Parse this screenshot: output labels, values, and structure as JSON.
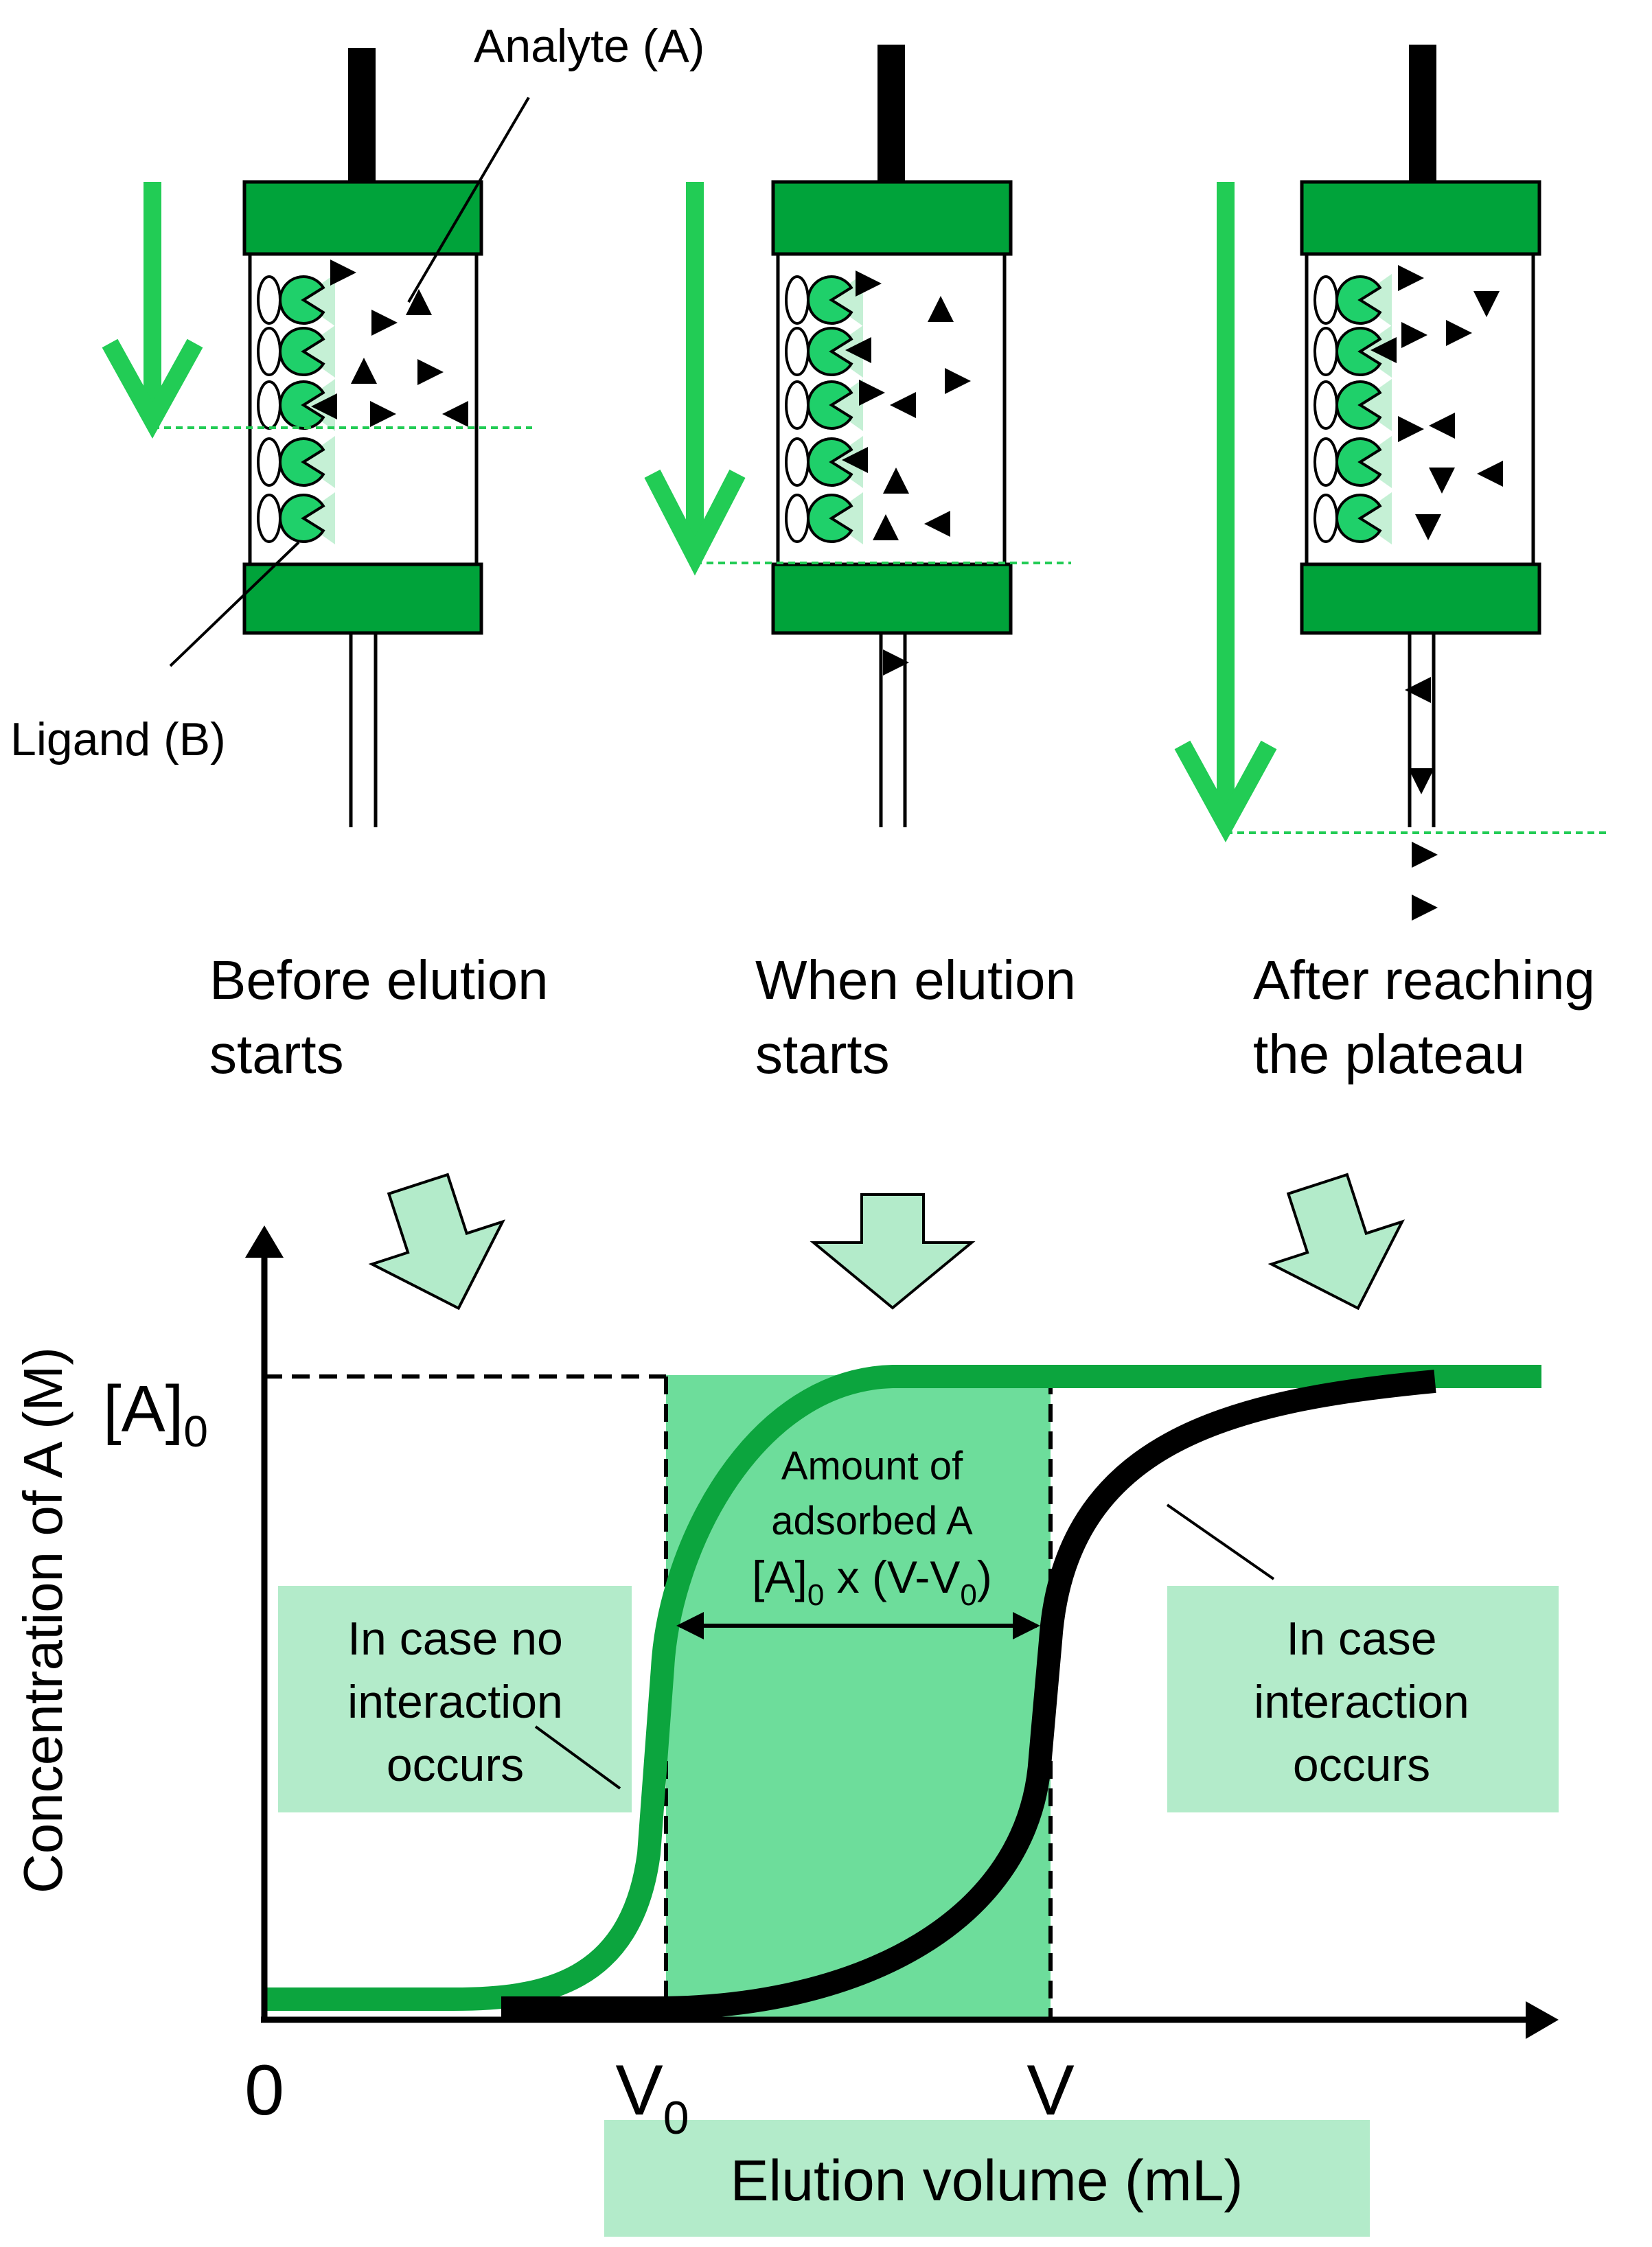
{
  "labels": {
    "analyte": "Analyte (A)",
    "ligand": "Ligand (B)"
  },
  "stages": [
    {
      "line1": "Before elution",
      "line2": "starts"
    },
    {
      "line1": "When elution",
      "line2": "starts"
    },
    {
      "line1": "After reaching",
      "line2": "the plateau"
    }
  ],
  "chart": {
    "ylabel": "Concentration of A (M)",
    "xlabel": "Elution volume (mL)",
    "y_top_tick": "[A]",
    "y_top_tick_sub": "0",
    "x_origin_tick": "0",
    "v0_tick": "V",
    "v0_tick_sub": "0",
    "v_tick": "V",
    "amount_line1": "Amount of",
    "amount_line2": "adsorbed A",
    "formula_a": "[A]",
    "formula_sub1": "0",
    "formula_b": " x (V-V",
    "formula_sub2": "0",
    "formula_c": ")",
    "no_interaction": [
      "In case no",
      "interaction",
      "occurs"
    ],
    "interaction": [
      "In case",
      "interaction",
      "occurs"
    ]
  },
  "colors": {
    "column_green": "#00a33a",
    "flow_arrow": "#22cc55",
    "ligand_green": "#1fd06a",
    "ligand_pale": "#c5f0d5",
    "label_box": "#b3ebca",
    "shaded_area": "#6ddd9b",
    "no_interaction_curve": "#0ca53e",
    "interaction_curve": "#000000"
  }
}
